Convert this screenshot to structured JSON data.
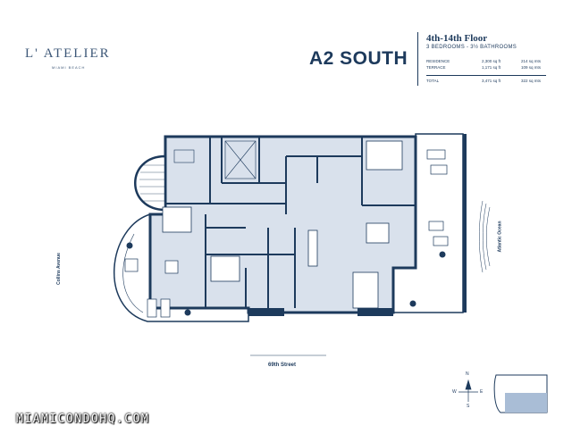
{
  "logo": {
    "name": "L' ATELIER",
    "location": "MIAMI BEACH"
  },
  "unit_title": "A2 SOUTH",
  "floors": "4th-14th Floor",
  "bedrooms": "3 BEDROOMS - 3½ BATHROOMS",
  "areas": [
    {
      "label": "RESIDENCE",
      "sqft": "2,300 sq ft",
      "sqm": "214 sq mts"
    },
    {
      "label": "TERRACE",
      "sqft": "1,171 sq ft",
      "sqm": "109 sq mts"
    }
  ],
  "total": {
    "label": "TOTAL",
    "sqft": "3,471 sq ft",
    "sqm": "322 sq mts"
  },
  "streets": {
    "left": "Collins Avenue",
    "right": "Atlantic Ocean",
    "bottom": "69th Street"
  },
  "compass": {
    "n": "N",
    "s": "S",
    "e": "E",
    "w": "W"
  },
  "watermark": "MIAMICONDOHQ.COM",
  "colors": {
    "navy": "#1d3a5c",
    "floor_fill": "#d9e1ec",
    "terrace_fill": "#ffffff",
    "key_fill": "#a9bdd6"
  }
}
